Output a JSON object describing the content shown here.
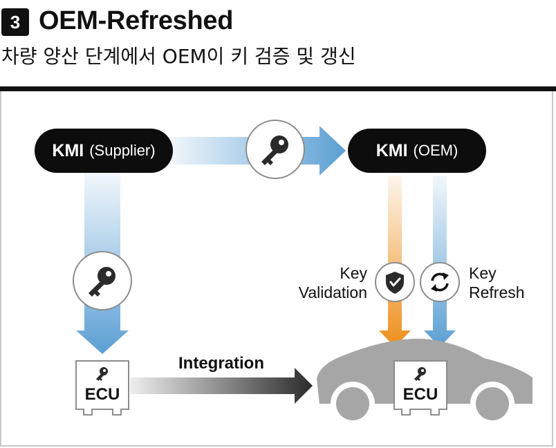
{
  "header": {
    "step_number": "3",
    "title": "OEM-Refreshed",
    "subtitle": "차량 양산 단계에서 OEM이 키 검증 및 갱신"
  },
  "nodes": {
    "supplier": {
      "bold": "KMI",
      "normal": "(Supplier)"
    },
    "oem": {
      "bold": "KMI",
      "normal": "(OEM)"
    }
  },
  "labels": {
    "key": "Key",
    "validation": "Validation",
    "refresh": "Refresh",
    "integration": "Integration"
  },
  "ecu": {
    "left": "ECU",
    "right": "ECU"
  },
  "colors": {
    "blue": "#5b9fd4",
    "orange": "#ee8e1a",
    "dark": "#0d0d0d",
    "car_gray": "#a6a6a6",
    "circle_border": "#8c8c8c"
  },
  "icons": {
    "key": "key-icon",
    "shield": "shield-check-icon",
    "refresh": "refresh-icon",
    "ecu_chip": "chip-icon"
  }
}
